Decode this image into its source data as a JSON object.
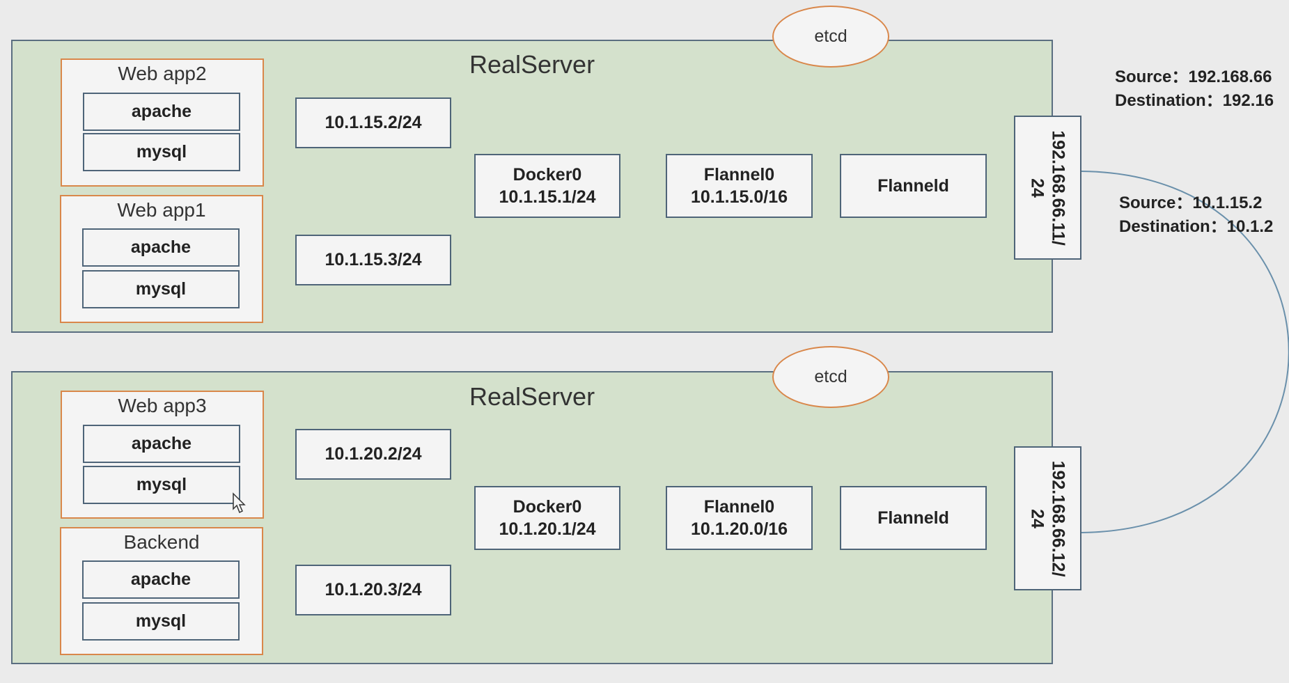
{
  "servers": [
    {
      "title": "RealServer",
      "etcd": "etcd",
      "apps": [
        {
          "title": "Web app2",
          "services": [
            "apache",
            "mysql"
          ],
          "ip": "10.1.15.2/24"
        },
        {
          "title": "Web app1",
          "services": [
            "apache",
            "mysql"
          ],
          "ip": "10.1.15.3/24"
        }
      ],
      "docker": {
        "name": "Docker0",
        "ip": "10.1.15.1/24"
      },
      "flannel0": {
        "name": "Flannel0",
        "ip": "10.1.15.0/16"
      },
      "flanneld": "Flanneld",
      "nic": {
        "line1": "192.168.66.11/",
        "line2": "24"
      }
    },
    {
      "title": "RealServer",
      "etcd": "etcd",
      "apps": [
        {
          "title": "Web app3",
          "services": [
            "apache",
            "mysql"
          ],
          "ip": "10.1.20.2/24"
        },
        {
          "title": "Backend",
          "services": [
            "apache",
            "mysql"
          ],
          "ip": "10.1.20.3/24"
        }
      ],
      "docker": {
        "name": "Docker0",
        "ip": "10.1.20.1/24"
      },
      "flannel0": {
        "name": "Flannel0",
        "ip": "10.1.20.0/16"
      },
      "flanneld": "Flanneld",
      "nic": {
        "line1": "192.168.66.12/",
        "line2": "24"
      }
    }
  ],
  "outer_packet": {
    "source": "Source：192.168.66",
    "destination": "Destination：192.16"
  },
  "inner_packet": {
    "source": "Source：10.1.15.2",
    "destination": "Destination：10.1.2"
  },
  "colors": {
    "server_fill": "#d4e1cc",
    "server_border": "#5a6e80",
    "app_border": "#d9874a",
    "box_border": "#4e6478",
    "line": "#6a90ab"
  }
}
